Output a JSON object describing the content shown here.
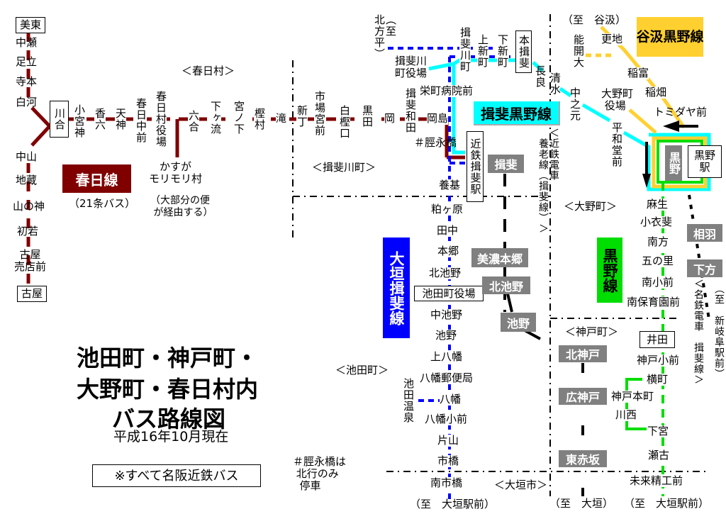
{
  "title": {
    "line1": "池田町・神戸町・",
    "line2": "大野町・春日村内",
    "line3": "バス路線図",
    "date": "平成16年10月現在",
    "operator_note": "※すべて名阪近鉄バス",
    "footnote": "＃脛永橋は\n 北行のみ\n  停車"
  },
  "areas": {
    "kasuga": "＜春日村＞",
    "ibigawa": "＜揖斐川町＞",
    "ikeda": "＜池田町＞",
    "ono": "＜大野町＞",
    "godo": "＜神戸町＞",
    "ogaki": "＜大垣市＞"
  },
  "routes": {
    "kasuga": "春日線",
    "kasuga_sub": "（21条バス）",
    "ogaki_ibi": "大垣揖斐線",
    "ibi_kurono": "揖斐黒野線",
    "tanigumi_kurono": "谷汲黒野線",
    "kurono": "黒野線"
  },
  "colors": {
    "kasuga": "#800000",
    "ogaki_ibi": "#0000FF",
    "ibi_kurono": "#00FFFF",
    "tanigumi_kurono": "#FFD030",
    "kurono": "#00DD00",
    "rail": "#808080"
  },
  "kasuga_west": [
    "美東",
    "中瀬",
    "足立",
    "寺本",
    "白河",
    "川合",
    "中山",
    "地蔵",
    "山の神",
    "初若",
    "古屋\n売店前",
    "古屋"
  ],
  "kasuga_main": [
    "小宮神",
    "香六",
    "天神",
    "春日中前",
    "春日村役場",
    "六合",
    "下ヶ流",
    "宮ノ下",
    "樫村",
    "滝",
    "新丁",
    "市場宮前",
    "白樫口",
    "黒田",
    "岡",
    "揖斐和田",
    "岡島"
  ],
  "kasuga_branch": {
    "stop": "かすが\nモリモリ村",
    "note": "（大部分の便\n が経由する）"
  },
  "north": {
    "to_kitagata": "（至\n北方平）",
    "ibigawa_office": "揖斐川\n町役場",
    "ibigawa_cho": "揖斐川町",
    "kami_shinmachi": "上新町",
    "shimo_shinmachi": "下新町",
    "hon_ibi": "本揖斐",
    "nagara": "長良",
    "shimizu": "清水",
    "sakaemachi": "栄町病院前",
    "nakanomoto": "中之元",
    "sunenaga": "＃脛永橋",
    "kintetsu_ibi": "近鉄揖斐駅",
    "to_tanigumi": "（至　谷汲）",
    "sarachi": "更地",
    "nokaidai": "能開大",
    "inatomi": "稲富",
    "inahata": "稲畑",
    "ono_office": "大野町\n 役場",
    "tomidaya": "トミダヤ前",
    "heiwado": "平和堂前",
    "kurono": "黒野",
    "kurono_station": "黒野\n駅"
  },
  "ogaki_ibi_stations": [
    "養基",
    "粕ヶ原",
    "田中",
    "本郷",
    "北池野",
    "池田町役場",
    "中池野",
    "池野",
    "上八幡",
    "八幡郵便局",
    "八幡",
    "八幡小前",
    "片山",
    "市橋",
    "南市橋",
    "（至　大垣駅前）"
  ],
  "ikeda_onsen": "池田温泉",
  "kurono_stations": [
    "麻生",
    "小衣斐",
    "南方",
    "五の里",
    "南小前",
    "南保育園前",
    "井田",
    "神戸小前",
    "横町",
    "神戸本町",
    "川西",
    "下宮",
    "瀬古",
    "未来精工前",
    "（至　大垣駅前）"
  ],
  "rail": {
    "kintetsu_label": "＜近鉄電車\n　養老線（揖斐線）＞",
    "kintetsu_stations": [
      "揖斐",
      "美濃本郷",
      "北池野",
      "池野",
      "北神戸",
      "広神戸",
      "東赤坂"
    ],
    "to_ogaki": "（至　大垣）",
    "meitetsu_label": "＜名鉄電車　揖斐線＞",
    "meitetsu_stations": [
      "相羽",
      "下方"
    ],
    "to_shingifu": "（至　新岐阜駅前）"
  }
}
